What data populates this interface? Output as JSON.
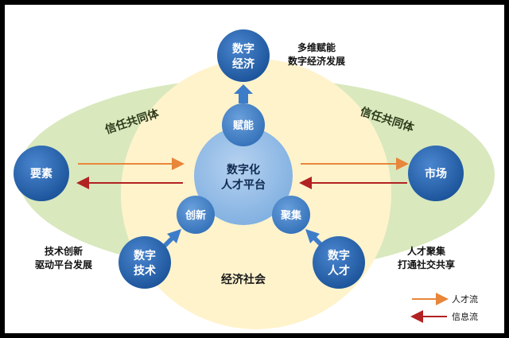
{
  "center": {
    "line1": "数字化",
    "line2": "人才平台"
  },
  "top_node": {
    "line1": "数字",
    "line2": "经济"
  },
  "top_note": {
    "line1": "多维赋能",
    "line2": "数字经济发展"
  },
  "enable_node": "赋能",
  "left_node": "要素",
  "right_node": "市场",
  "trust_left": "信任共同体",
  "trust_right": "信任共同体",
  "innovate_node": "创新",
  "gather_node": "聚集",
  "tech_node": {
    "line1": "数字",
    "line2": "技术"
  },
  "talent_node": {
    "line1": "数字",
    "line2": "人才"
  },
  "left_note": {
    "line1": "技术创新",
    "line2": "驱动平台发展"
  },
  "right_note": {
    "line1": "人才聚集",
    "line2": "打通社交共享"
  },
  "society_label": "经济社会",
  "legend": {
    "talent_flow": "人才流",
    "info_flow": "信息流",
    "talent_color": "#e8863a",
    "info_color": "#b22222"
  },
  "colors": {
    "node_dark": "#1f5fa8",
    "node_mid": "#3d7cc9",
    "center_light": "#8fb8e6",
    "yellow": "#fff3cc",
    "green": "#d8e8b8"
  }
}
